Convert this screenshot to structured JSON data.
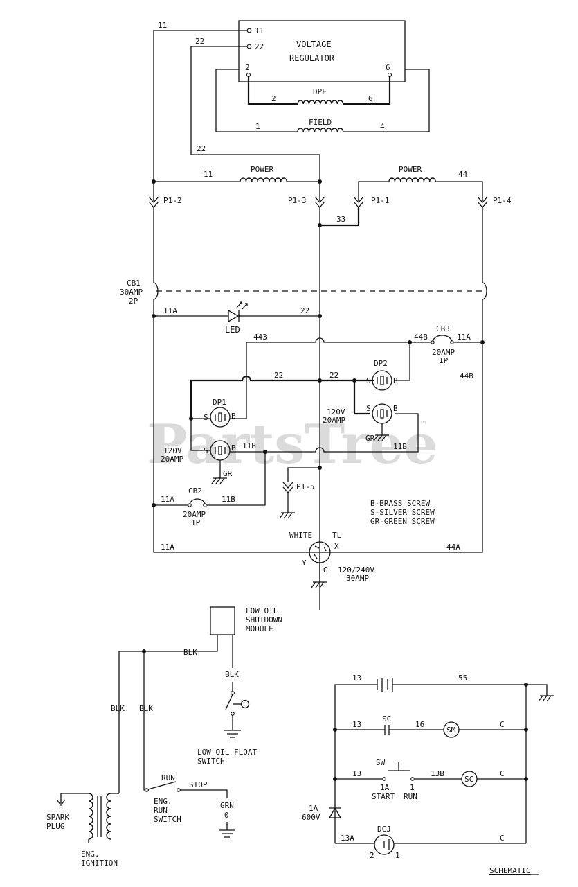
{
  "watermark": "PartsTree",
  "watermark_tm": "™",
  "regulator": {
    "line1": "VOLTAGE",
    "line2": "REGULATOR",
    "t11": "11",
    "t22": "22",
    "t2": "2",
    "t6": "6"
  },
  "windings": {
    "dpe": "DPE",
    "field": "FIELD",
    "power": "POWER"
  },
  "wire_labels": {
    "w11": "11",
    "w22": "22",
    "w2": "2",
    "w6": "6",
    "w1": "1",
    "w4": "4",
    "w44": "44",
    "w33": "33",
    "w11a": "11A",
    "w443": "443",
    "w44b": "44B",
    "w11b": "11B",
    "w44a": "44A",
    "w13": "13",
    "w55": "55",
    "w16": "16",
    "w13b": "13B",
    "w13a": "13A",
    "wc": "C"
  },
  "connectors": {
    "p12": "P1-2",
    "p13": "P1-3",
    "p11": "P1-1",
    "p14": "P1-4",
    "p15": "P1-5"
  },
  "breakers": {
    "cb1": [
      "CB1",
      "30AMP",
      "2P"
    ],
    "cb2": [
      "CB2",
      "20AMP",
      "1P"
    ],
    "cb3": [
      "CB3",
      "20AMP",
      "1P"
    ]
  },
  "led": "LED",
  "receptacles": {
    "dp1": "DP1",
    "dp2": "DP2",
    "s": "S",
    "b": "B",
    "gr": "GR",
    "r120_1": "120V",
    "r20_1": "20AMP",
    "r120_2": "120V",
    "r20_2": "20AMP"
  },
  "twistlock": {
    "white": "WHITE",
    "tl": "TL",
    "x": "X",
    "y": "Y",
    "g": "G",
    "rating1": "120/240V",
    "rating2": "30AMP"
  },
  "legend": [
    "B-BRASS SCREW",
    "S-SILVER SCREW",
    "GR-GREEN SCREW"
  ],
  "ignition": {
    "module": [
      "LOW OIL",
      "SHUTDOWN",
      "MODULE"
    ],
    "blk": "BLK",
    "float_switch": [
      "LOW OIL FLOAT",
      "SWITCH"
    ],
    "spark": [
      "SPARK",
      "PLUG"
    ],
    "eng_ign": [
      "ENG.",
      "IGNITION"
    ],
    "run": "RUN",
    "stop": "STOP",
    "run_switch": [
      "ENG.",
      "RUN",
      "SWITCH"
    ],
    "grn": "GRN",
    "zero": "0"
  },
  "starter": {
    "sc": "SC",
    "sm": "SM",
    "sw": "SW",
    "sc2": "SC",
    "t1a": "1A",
    "t1": "1",
    "start": "START",
    "runlbl": "RUN",
    "diode1": "1A",
    "diode2": "600V",
    "dcj": "DCJ",
    "d2": "2",
    "d1": "1"
  },
  "caption": "SCHEMATIC"
}
